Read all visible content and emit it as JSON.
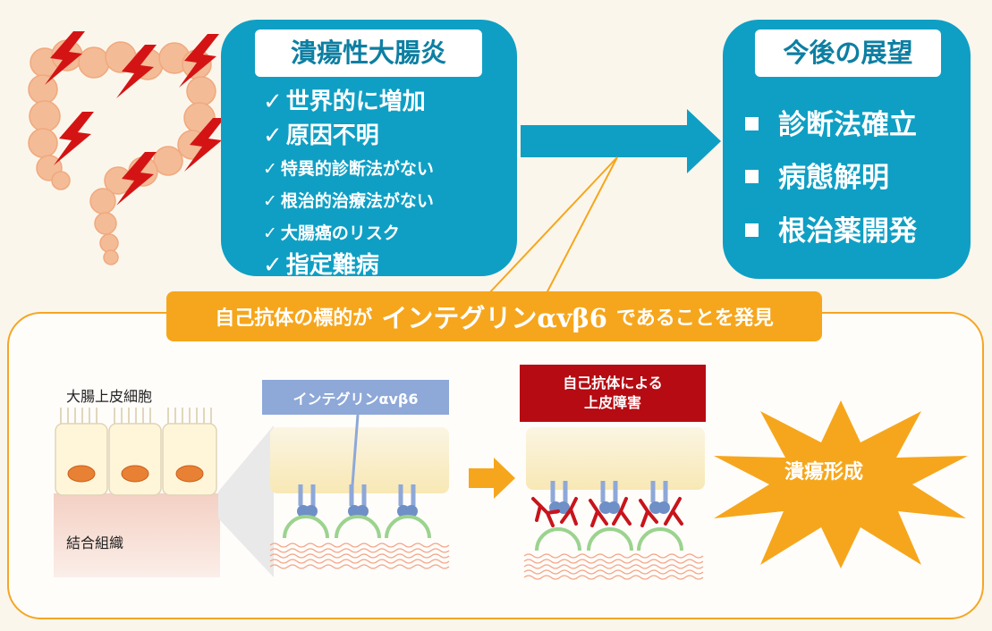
{
  "disease_panel": {
    "title": "潰瘍性大腸炎",
    "items": [
      {
        "text": "世界的に増加",
        "size": "large"
      },
      {
        "text": "原因不明",
        "size": "large"
      },
      {
        "text": "特異的診断法がない",
        "size": "small"
      },
      {
        "text": "根治的治療法がない",
        "size": "small"
      },
      {
        "text": "大腸癌のリスク",
        "size": "small"
      },
      {
        "text": "指定難病",
        "size": "large"
      }
    ],
    "check_mark": "✓"
  },
  "outlook_panel": {
    "title": "今後の展望",
    "items": [
      "診断法確立",
      "病態解明",
      "根治薬開発"
    ]
  },
  "banner": {
    "prefix": "自己抗体の標的が",
    "highlight": "インテグリンαvβ6",
    "suffix": "であることを発見"
  },
  "diagram": {
    "epithelial_label": "大腸上皮細胞",
    "connective_label": "結合組織",
    "integrin_tag": "インテグリンαvβ6",
    "autoantibody_tag_line1": "自己抗体による",
    "autoantibody_tag_line2": "上皮障害",
    "ulcer_label": "潰瘍形成"
  },
  "colors": {
    "panel_blue": "#0f9fc4",
    "accent_orange": "#f6a61c",
    "alarm_red": "#b60b12",
    "integrin_blue": "#8ea8d8",
    "bolt_red": "#d41414"
  }
}
